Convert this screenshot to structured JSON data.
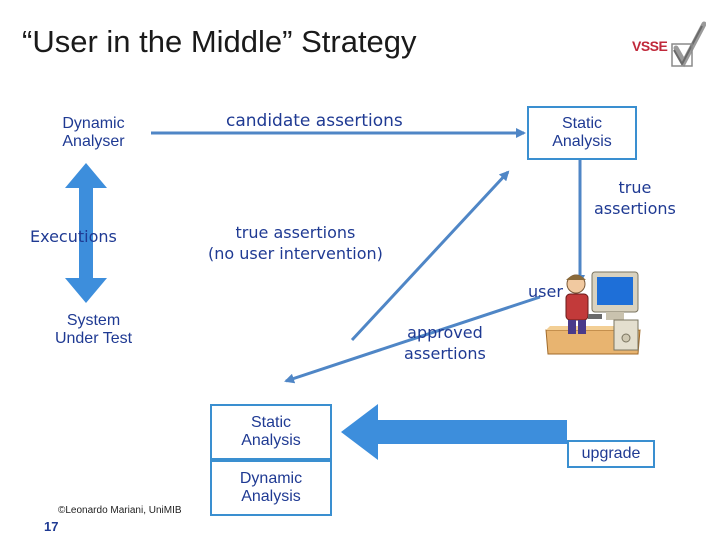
{
  "title": "“User in the Middle” Strategy",
  "logo": {
    "text": "VSSE"
  },
  "boxes": {
    "dynamic_analyser": [
      "Dynamic",
      "Analyser"
    ],
    "static_analysis_top": [
      "Static",
      "Analysis"
    ],
    "system_under_test": [
      "System",
      "Under Test"
    ],
    "static_analysis_bottom": [
      "Static",
      "Analysis"
    ],
    "dynamic_analysis_bottom": [
      "Dynamic",
      "Analysis"
    ],
    "upgrade": "upgrade"
  },
  "labels": {
    "candidate_assertions": "candidate assertions",
    "executions": "Executions",
    "true_assertions_right": [
      "true",
      "assertions"
    ],
    "true_assertions_mid": [
      "true assertions",
      "(no user intervention)"
    ],
    "user": "user",
    "approved_assertions": [
      "approved",
      "assertions"
    ]
  },
  "footer": {
    "credit": "©Leonardo Mariani, UniMIB",
    "page": "17"
  },
  "colors": {
    "arrow_thin": "#4f86c6",
    "arrow_thick": "#3d8edc",
    "box_border": "#3a8fd0",
    "text": "#1f3a93"
  }
}
